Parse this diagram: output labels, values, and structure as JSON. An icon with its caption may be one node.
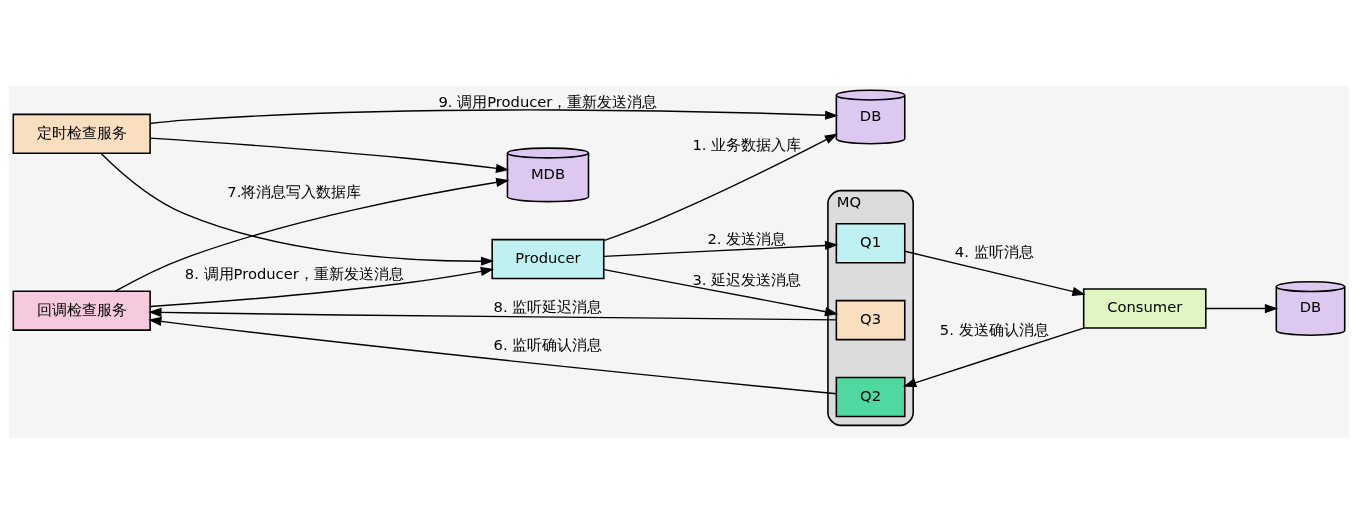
{
  "diagram": {
    "nodes": [
      {
        "text": [
          "Producer"
        ]
      },
      {
        "text": [
          "DB"
        ]
      },
      {
        "text": [
          "MQ"
        ]
      },
      {
        "text": [
          "Q3"
        ],
        "in": 2
      },
      {
        "text": [
          "Q1"
        ],
        "in": 2
      },
      {
        "text": [
          "Q2"
        ],
        "in": 2
      },
      {
        "text": [
          "Consumer"
        ]
      },
      {
        "text": [
          "DB"
        ]
      },
      {
        "text": [
          "回调检查服务"
        ]
      },
      {
        "text": [
          "MDB"
        ]
      },
      {
        "text": [
          "定时检查服务"
        ]
      }
    ],
    "edges": [
      {
        "from": 0,
        "to": 1,
        "arrow": "to",
        "label": "1. 业务数据入库"
      },
      {
        "from": 0,
        "to": 4,
        "arrow": "to",
        "label": "2. 发送消息"
      },
      {
        "from": 0,
        "to": 3,
        "arrow": "to",
        "label": "3. 延迟发送消息"
      },
      {
        "from": 4,
        "to": 6,
        "arrow": "to",
        "label": "4. 监听消息"
      },
      {
        "from": 6,
        "to": 5,
        "arrow": "to",
        "label": "5. 发送确认消息"
      },
      {
        "from": 6,
        "to": 7,
        "arrow": "to"
      },
      {
        "from": 5,
        "to": 8,
        "arrow": "to",
        "label": "6. 监听确认消息"
      },
      {
        "from": 8,
        "to": 9,
        "arrow": "to",
        "label": "7.将消息写入数据库"
      },
      {
        "from": 3,
        "to": 8,
        "arrow": "to",
        "label": "8. 监听延迟消息"
      },
      {
        "from": 8,
        "to": 0,
        "arrow": "to",
        "label": "8. 调用Producer，重新发送消息"
      },
      {
        "from": 10,
        "to": 1,
        "arrow": "to",
        "label": "9. 调用Producer，重新发送消息"
      },
      {
        "from": 10,
        "to": 0,
        "arrow": "to"
      },
      {
        "from": 10,
        "to": 9,
        "arrow": "to"
      }
    ]
  }
}
